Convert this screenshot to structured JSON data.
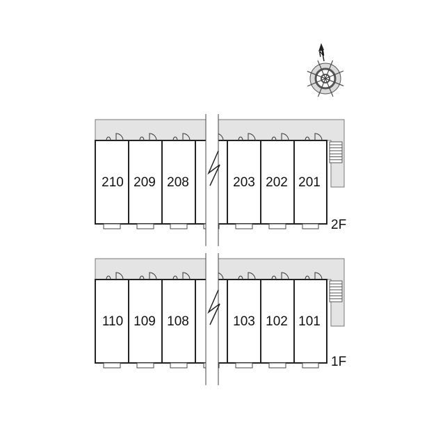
{
  "compass": {
    "label": "N"
  },
  "floors": [
    {
      "id": "2f",
      "label": "2F",
      "left_units": [
        "210",
        "209",
        "208"
      ],
      "right_units": [
        "203",
        "202",
        "201"
      ]
    },
    {
      "id": "1f",
      "label": "1F",
      "left_units": [
        "110",
        "109",
        "108"
      ],
      "right_units": [
        "103",
        "102",
        "101"
      ]
    }
  ],
  "colors": {
    "corridor": "#e4e4e4",
    "wall": "#222222",
    "line": "#555555",
    "background": "#ffffff"
  }
}
